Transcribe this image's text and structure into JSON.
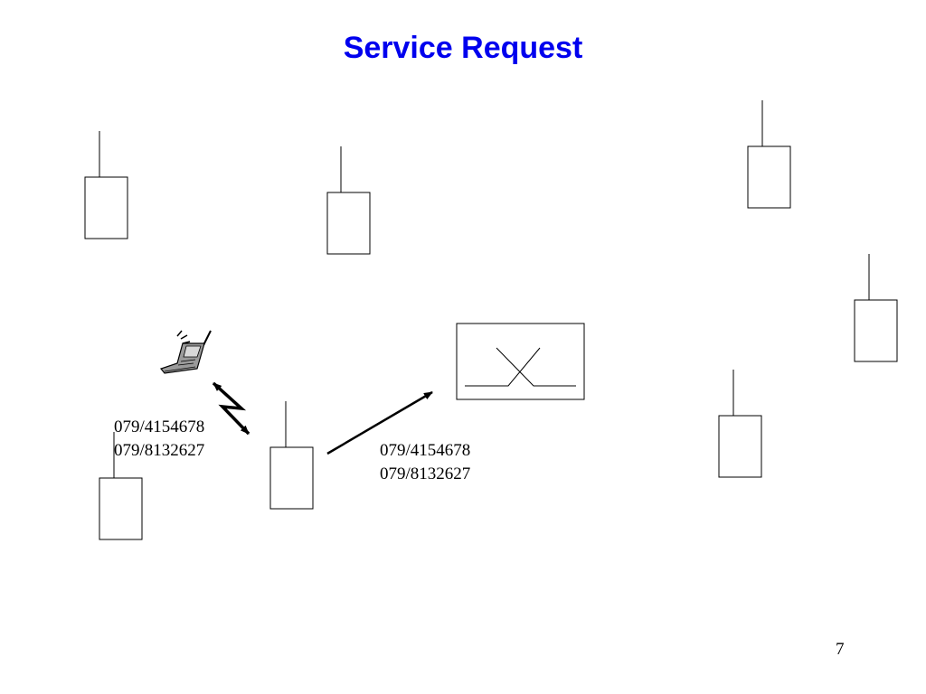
{
  "slide": {
    "title": "Service Request",
    "page_number": "7"
  },
  "colors": {
    "title": "#0000ee",
    "stroke": "#000000"
  },
  "labels": {
    "left": [
      "079/4154678",
      "079/8132627"
    ],
    "right": [
      "079/4154678",
      "079/8132627"
    ]
  },
  "icons": {
    "phone": "mobile-phone-icon",
    "radio_link": "lightning-bolt-arrow-icon",
    "switch": "switch-cross-icon"
  }
}
